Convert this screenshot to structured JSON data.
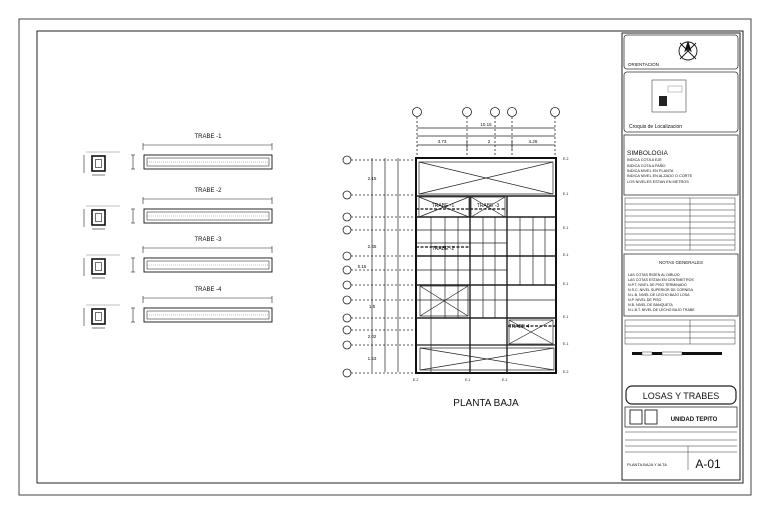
{
  "beams": [
    {
      "label": "TRABE -1"
    },
    {
      "label": "TRABE -2"
    },
    {
      "label": "TRABE -3"
    },
    {
      "label": "TRABE -4"
    }
  ],
  "plan": {
    "title": "PLANTA BAJA",
    "overall_dim": "10.15",
    "sub_dims": [
      "3.73",
      "2",
      "4.26"
    ],
    "left_dims": [
      "2.15",
      "5.15",
      "2.45",
      "1.5",
      "2.02",
      "1.53"
    ],
    "room_labels": [
      "TRABE -1",
      "TRABE -3",
      "TRABE -2",
      "TRABE 4"
    ]
  },
  "title_block": {
    "orientation_label": "ORIENTACION",
    "location_label": "Croquis de Localizacion",
    "symbology_title": "SIMBOLOGIA",
    "symbology_items": [
      "INDICA COTA A EJE",
      "INDICA COTA A PAÑO",
      "INDICA NIVEL EN PLANTA",
      "INDICA NIVEL EN ALZADO O CORTE",
      "LOS NIVELES ESTAN EN METROS"
    ],
    "notes_title": "NOTAS GENERALES",
    "notes_items": [
      "LAS COTAS RIGEN AL DIBUJO",
      "LAS COTAS ESTAN EN CENTIMETROS",
      "N.P.T. NIVEL DE PISO TERMINADO",
      "N.S.C. NIVEL SUPERIOR DE CORNISA",
      "N.L.B. NIVEL DE LECHO BAJO LOSA",
      "N.P. NIVEL DE PISO",
      "N.B. NIVEL DE BANQUETA",
      "N.L.B.T. NIVEL DE LECHO BAJO TRABE"
    ],
    "sheet_title": "LOSAS Y TRABES",
    "company": "UNIDAD TEPITO",
    "drawing_name": "PLANTA BAJA Y ALTA",
    "sheet_number": "A-01"
  }
}
